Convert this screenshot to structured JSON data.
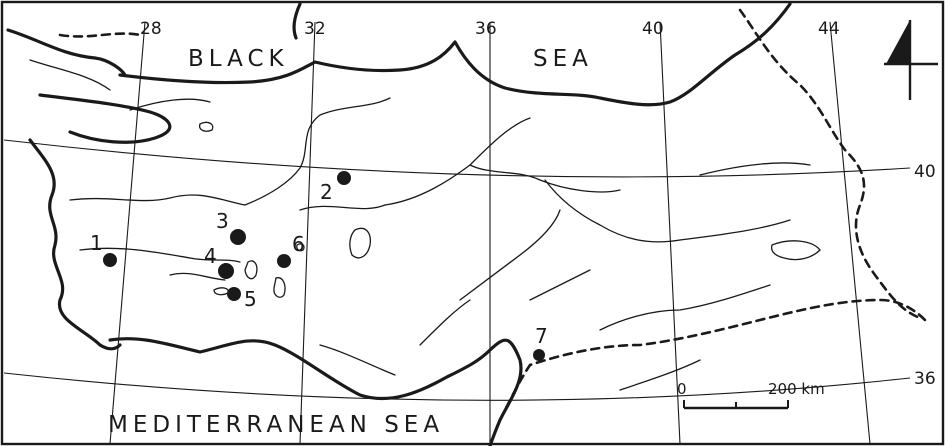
{
  "map": {
    "seas": {
      "black_sea_left": "BLACK",
      "black_sea_right": "SEA",
      "mediterranean": "MEDITERRANEAN SEA"
    },
    "longitudes": [
      "28",
      "32",
      "36",
      "40",
      "44"
    ],
    "latitudes": [
      "40",
      "36"
    ],
    "sites": [
      "1",
      "2",
      "3",
      "4",
      "5",
      "6",
      "7"
    ],
    "scale_bar": {
      "start_label": "0",
      "end_label": "200 km"
    }
  }
}
